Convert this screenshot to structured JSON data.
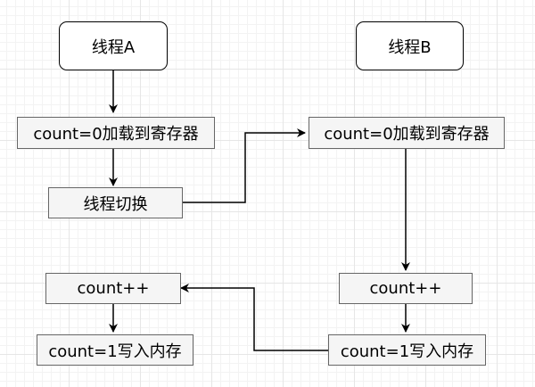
{
  "diagram": {
    "thread_a": {
      "title": "线程A",
      "load": "count=0加载到寄存器",
      "switch": "线程切换",
      "increment": "count++",
      "write": "count=1写入内存"
    },
    "thread_b": {
      "title": "线程B",
      "load": "count=0加载到寄存器",
      "increment": "count++",
      "write": "count=1写入内存"
    },
    "colors": {
      "line": "#000000",
      "node_fill": "#f5f5f5",
      "node_border": "#666666",
      "grid": "#e6e6e6"
    }
  }
}
